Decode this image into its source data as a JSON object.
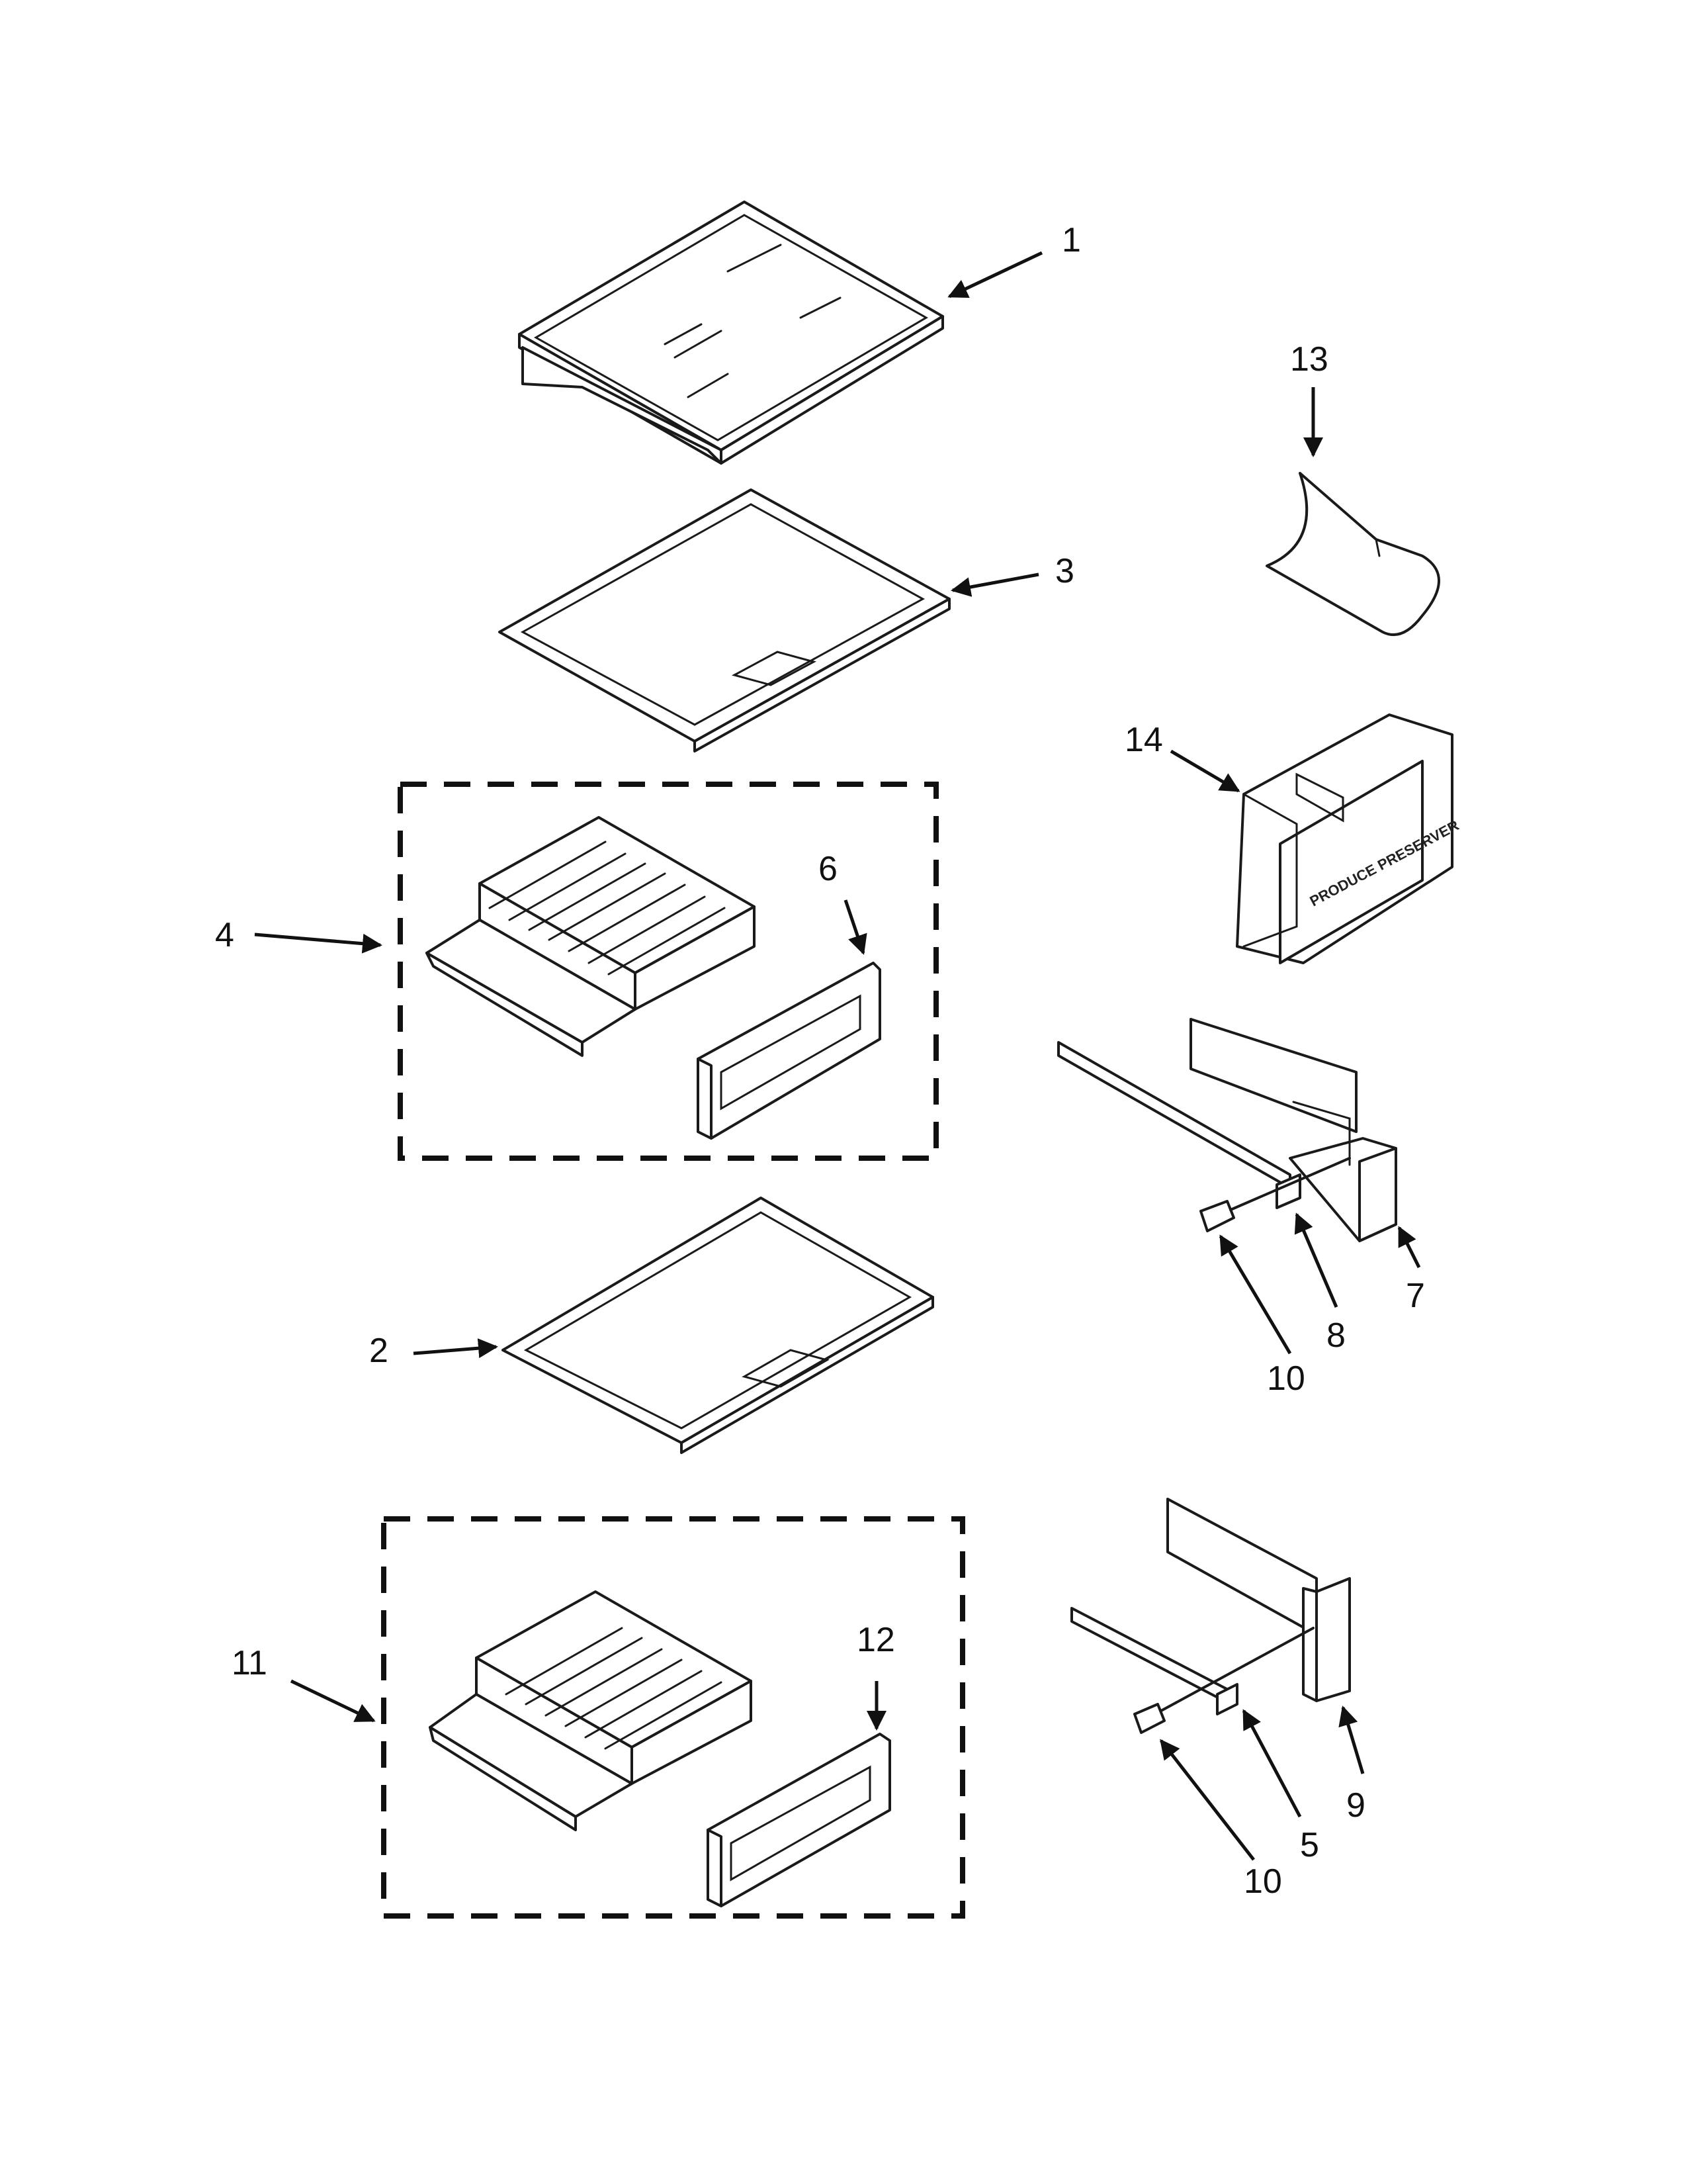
{
  "diagram": {
    "callouts": {
      "c1": "1",
      "c2": "2",
      "c3": "3",
      "c4": "4",
      "c5": "5",
      "c6": "6",
      "c7": "7",
      "c8": "8",
      "c9": "9",
      "c10a": "10",
      "c10b": "10",
      "c11": "11",
      "c12": "12",
      "c13": "13",
      "c14": "14"
    },
    "part_stamp": "PRODUCE PRESERVER"
  },
  "colors": {
    "line": "#1a1a1a",
    "background": "#ffffff"
  }
}
